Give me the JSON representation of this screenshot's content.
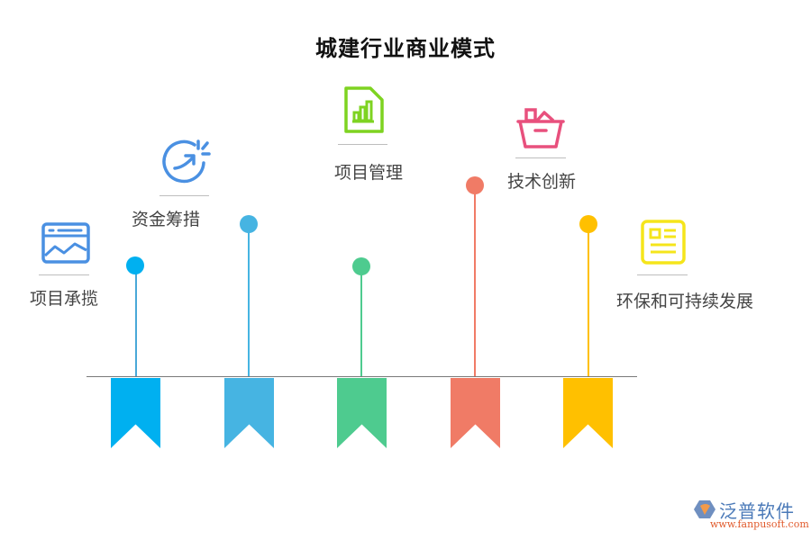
{
  "title": "城建行业商业模式",
  "colors": {
    "ribbon": [
      "#00b0f0",
      "#46b4e2",
      "#4ecb8f",
      "#f07b66",
      "#ffc000"
    ],
    "icons": [
      "#4a90e2",
      "#4a90e2",
      "#7ed321",
      "#e8507d",
      "#f5e51b"
    ]
  },
  "items": [
    {
      "label": "项目承揽",
      "icon": "landscape-window-icon"
    },
    {
      "label": "资金筹措",
      "icon": "growth-arrow-icon"
    },
    {
      "label": "项目管理",
      "icon": "document-chart-icon"
    },
    {
      "label": "技术创新",
      "icon": "basket-icon"
    },
    {
      "label": "环保和可持续发展",
      "icon": "news-article-icon"
    }
  ],
  "logo": {
    "name": "泛普软件",
    "url": "www.fanpusoft.com"
  }
}
